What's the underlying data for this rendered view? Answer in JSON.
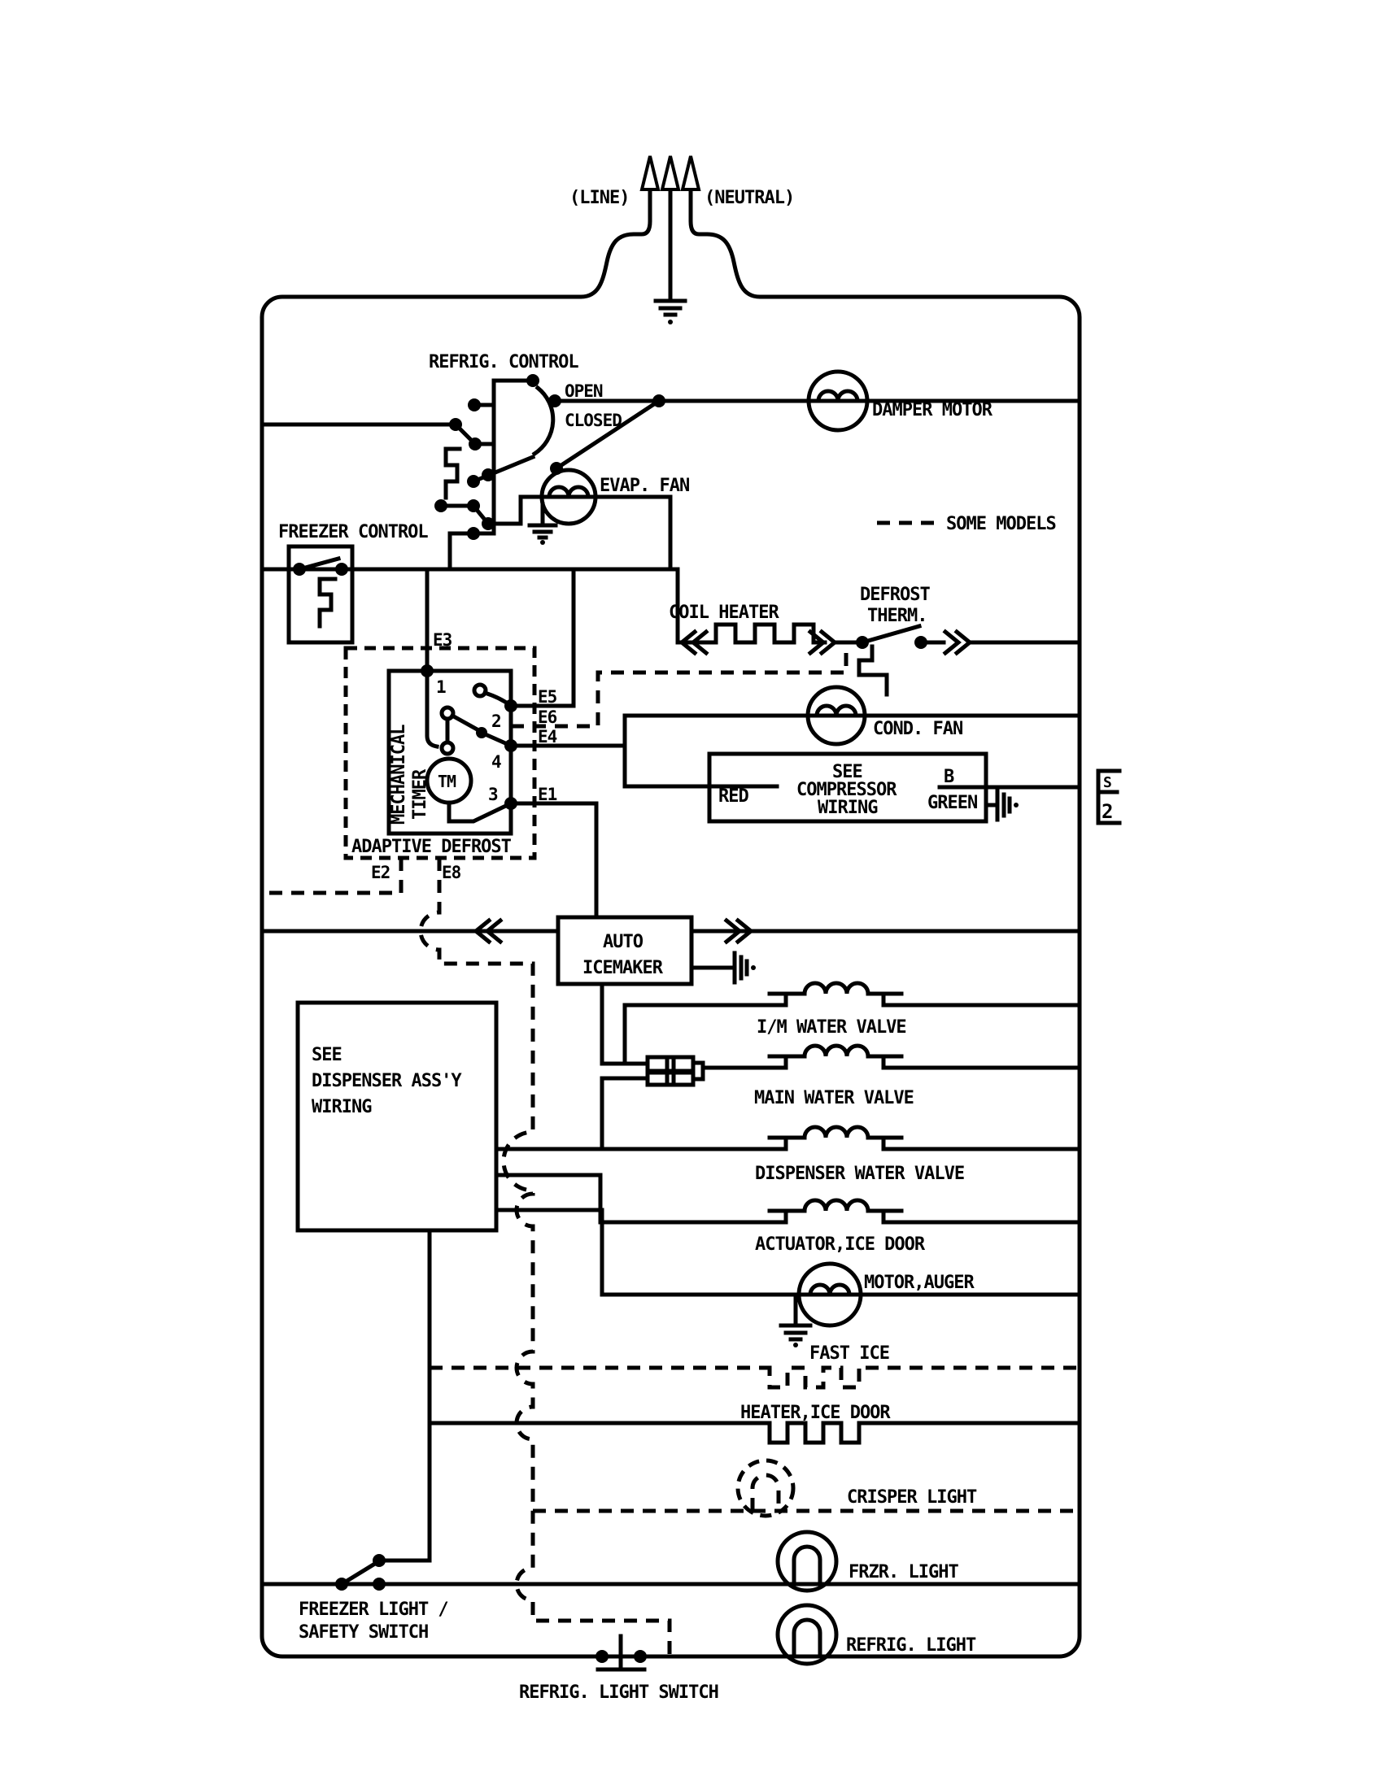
{
  "title": "Refrigerator wiring schematic",
  "colors": {
    "ink": "#000000",
    "paper": "#ffffff"
  },
  "power": {
    "line": "(LINE)",
    "neutral": "(NEUTRAL)"
  },
  "legend": {
    "some_models": "SOME MODELS"
  },
  "components": {
    "refrig_control": "REFRIG. CONTROL",
    "open": "OPEN",
    "closed": "CLOSED",
    "damper_motor": "DAMPER MOTOR",
    "evap_fan": "EVAP. FAN",
    "freezer_control": "FREEZER CONTROL",
    "coil_heater": "COIL HEATER",
    "defrost_therm_1": "DEFROST",
    "defrost_therm_2": "THERM.",
    "cond_fan": "COND. FAN",
    "compressor_box": {
      "l1": "SEE",
      "l2": "COMPRESSOR",
      "l3": "WIRING",
      "red": "RED",
      "b": "B",
      "green": "GREEN"
    },
    "sheet_ref": {
      "s": "S",
      "n": "2"
    },
    "timer": {
      "vertical_1": "MECHANICAL",
      "vertical_2": "TIMER",
      "tm": "TM",
      "adaptive": "ADAPTIVE DEFROST",
      "t1": "1",
      "t2": "2",
      "t3": "3",
      "t4": "4"
    },
    "terminals": {
      "e1": "E1",
      "e2": "E2",
      "e3": "E3",
      "e4": "E4",
      "e5": "E5",
      "e6": "E6",
      "e8": "E8"
    },
    "icemaker": {
      "l1": "AUTO",
      "l2": "ICEMAKER"
    },
    "dispenser_box": {
      "l1": "SEE",
      "l2": "DISPENSER ASS'Y",
      "l3": "WIRING"
    },
    "im_water_valve": "I/M WATER VALVE",
    "main_water_valve": "MAIN WATER VALVE",
    "dispenser_water_valve": "DISPENSER WATER VALVE",
    "actuator_ice_door": "ACTUATOR,ICE DOOR",
    "motor_auger": "MOTOR,AUGER",
    "fast_ice": "FAST ICE",
    "heater_ice_door": "HEATER,ICE DOOR",
    "crisper_light": "CRISPER LIGHT",
    "frzr_light": "FRZR. LIGHT",
    "refrig_light": "REFRIG. LIGHT",
    "freezer_safety_switch_1": "FREEZER LIGHT /",
    "freezer_safety_switch_2": "SAFETY SWITCH",
    "refrig_light_switch": "REFRIG. LIGHT SWITCH"
  }
}
